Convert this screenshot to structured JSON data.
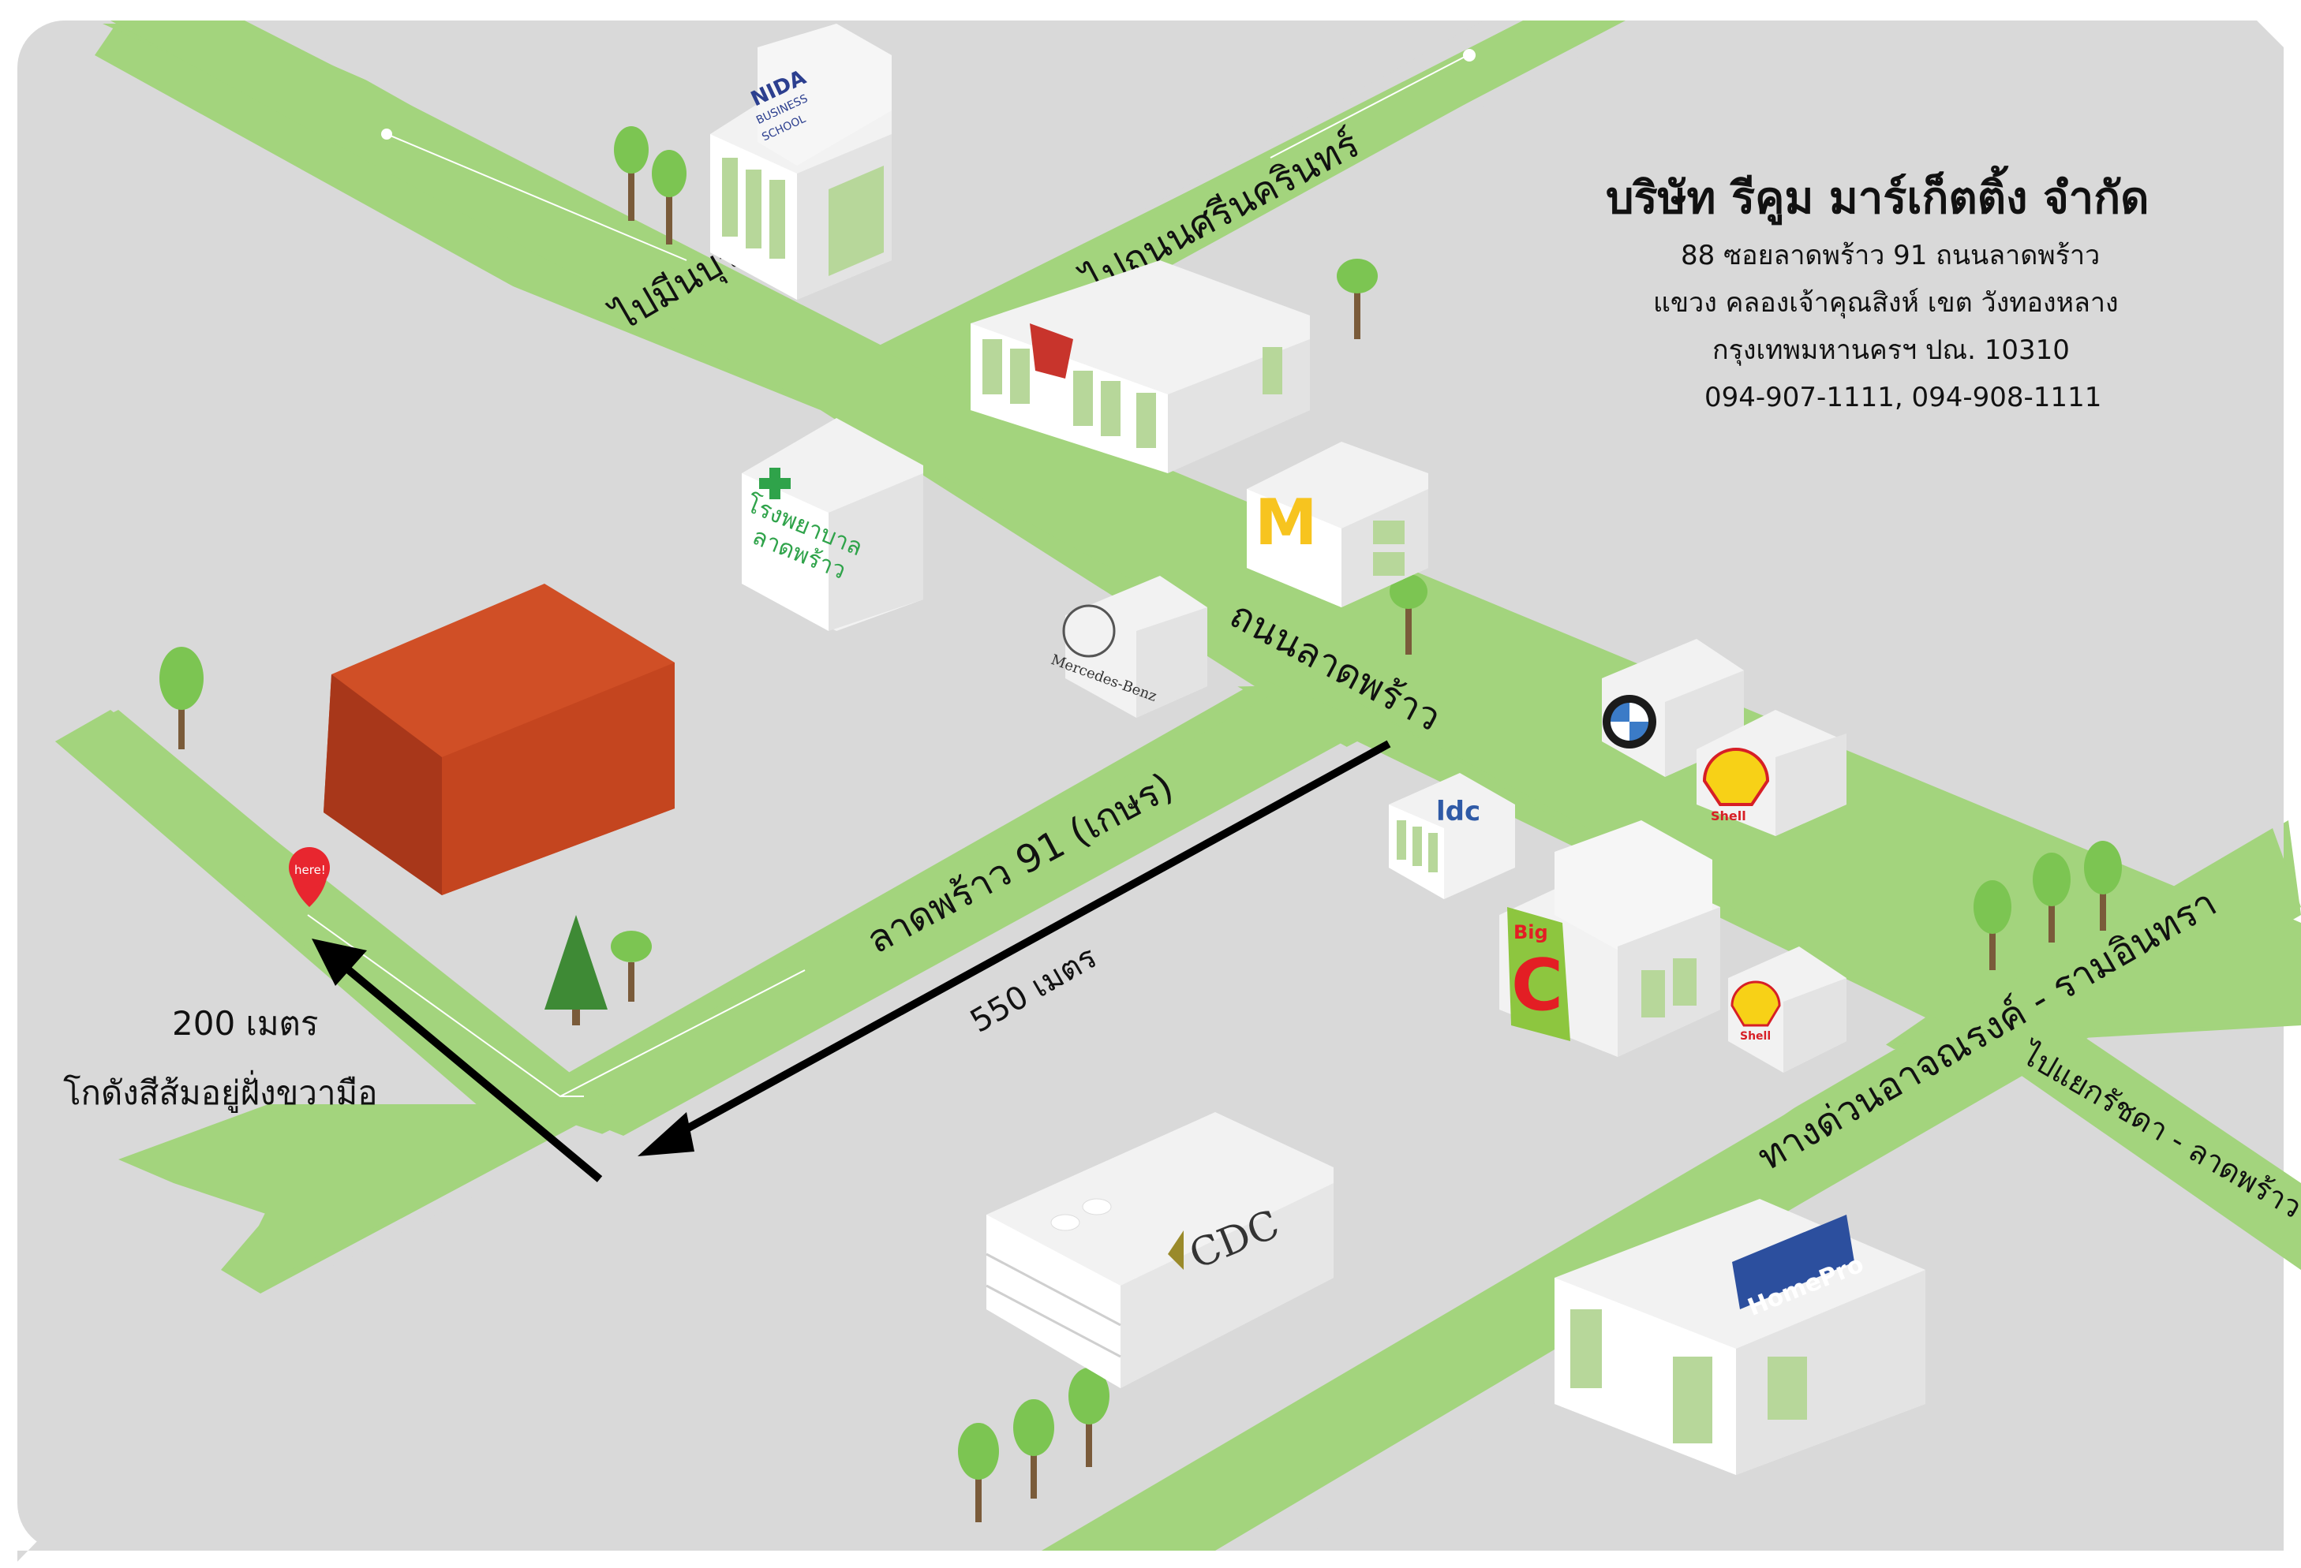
{
  "company": {
    "name": "บริษัท รีคูม มาร์เก็ตติ้ง จำกัด",
    "address_line1": "88 ซอยลาดพร้าว 91 ถนนลาดพร้าว",
    "address_line2": "แขวง คลองเจ้าคุณสิงห์ เขต วังทองหลาง",
    "address_line3": "กรุงเทพมหานครฯ ปณ. 10310",
    "phones": "094-907-1111, 094-908-1111"
  },
  "roads": {
    "min_buri": "ไปมีนบุรี",
    "srinakarin": "ไปถนนศรีนครินทร์",
    "ladprao": "ถนนลาดพร้าว",
    "soi_91": "ลาดพร้าว 91 (เกษร)",
    "expressway": "ทางด่วนอาจณรงค์ - รามอินทรา",
    "ratchada": "ไปแยกรัชดา - ลาดพร้าว"
  },
  "directions": {
    "distance_main": "550 เมตร",
    "distance_final": "200 เมตร",
    "final_note": "โกดังสีส้มอยู่ฝั่งขวามือ"
  },
  "marker": {
    "label": "here!",
    "icon": "map-pin-icon",
    "color": "#e8262f"
  },
  "landmarks": {
    "nida": [
      "NIDA",
      "BUSINESS",
      "SCHOOL"
    ],
    "hospital": [
      "โรงพยาบาล",
      "ลาดพร้าว"
    ],
    "mercedes": "Mercedes-Benz",
    "mcdonalds": "M",
    "bmw": "BMW",
    "shell": "Shell",
    "ldc": "ldc",
    "bigc_top": "Big",
    "bigc_letter": "C",
    "cdc": "CDC",
    "homepro": "HomePro"
  },
  "colors": {
    "background": "#d9d9d9",
    "road": "#a3d47d",
    "warehouse": "#d04f26",
    "route_arrow": "#000000",
    "building": "#f2f2f2",
    "window": "#b7d79a"
  }
}
